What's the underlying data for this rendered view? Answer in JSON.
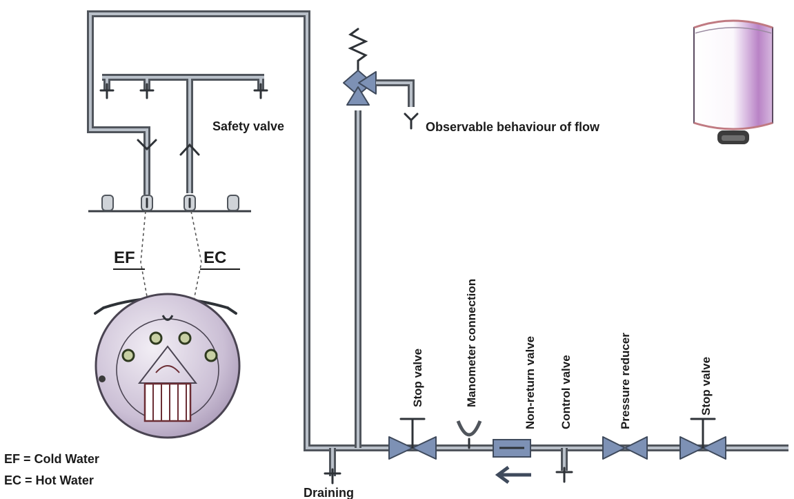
{
  "labels": {
    "safety_valve": "Safety valve",
    "observable": "Observable behaviour of flow",
    "ef_tag": "EF",
    "ec_tag": "EC",
    "stop_valve_1": "Stop valve",
    "manometer": "Manometer connection",
    "non_return": "Non-return valve",
    "control_valve": "Control valve",
    "pressure_reducer": "Pressure reducer",
    "stop_valve_2": "Stop valve",
    "draining": "Draining"
  },
  "legend": {
    "ef": "EF = Cold Water",
    "ec": "EC = Hot Water"
  },
  "colors": {
    "pipe": "#50555c",
    "valve": "#7d91b5",
    "heater_rim": "#b8a8c6",
    "tank_accent": "#b07ac0"
  }
}
